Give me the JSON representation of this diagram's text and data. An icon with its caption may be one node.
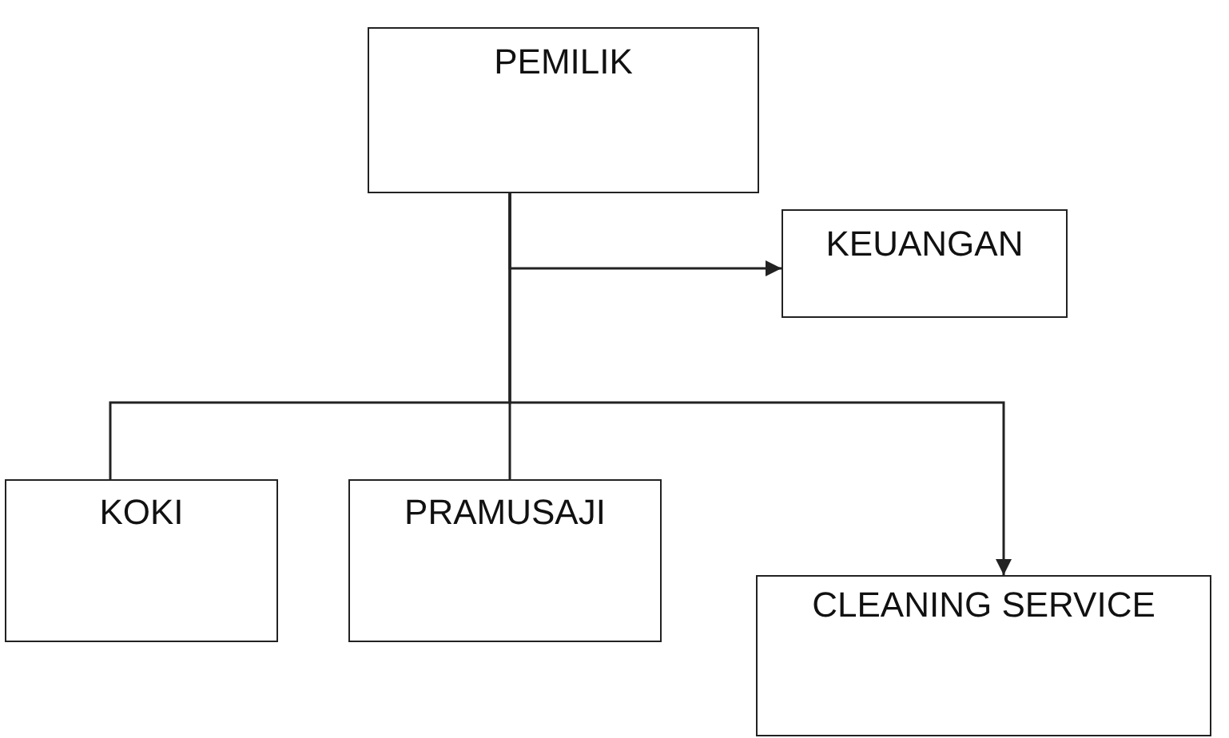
{
  "diagram": {
    "nodes": [
      {
        "text": [
          "PEMILIK"
        ]
      },
      {
        "text": [
          "KEUANGAN"
        ]
      },
      {
        "text": [
          "KOKI"
        ]
      },
      {
        "text": [
          "PRAMUSAJI"
        ]
      },
      {
        "text": [
          "CLEANING SERVICE"
        ]
      }
    ],
    "edges": [
      {
        "from": 0,
        "to": 1,
        "arrow": "to"
      },
      {
        "from": 0,
        "to": 2,
        "arrow": "none"
      },
      {
        "from": 0,
        "to": 3,
        "arrow": "none"
      },
      {
        "from": 0,
        "to": 4,
        "arrow": "to"
      }
    ]
  }
}
